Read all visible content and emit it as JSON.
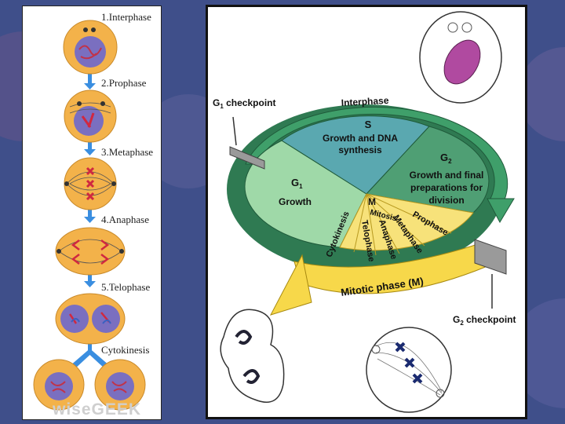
{
  "left_panel": {
    "stages": [
      {
        "label": "1.Interphase"
      },
      {
        "label": "2.Prophase"
      },
      {
        "label": "3.Metaphase"
      },
      {
        "label": "4.Anaphase"
      },
      {
        "label": "5.Telophase"
      },
      {
        "label": "Cytokinesis"
      }
    ],
    "watermark": "wiseGEEK"
  },
  "cycle_diagram": {
    "g1_checkpoint_main": "G",
    "g1_checkpoint_sub": "1",
    "g1_checkpoint_rest": " checkpoint",
    "interphase": "Interphase",
    "s_title": "S",
    "s_line1": "Growth and DNA",
    "s_line2": "synthesis",
    "g2_main": "G",
    "g2_sub": "2",
    "g2_line1": "Growth and final",
    "g2_line2": "preparations for",
    "g2_line3": "division",
    "g1_main": "G",
    "g1_sub": "1",
    "g1_growth": "Growth",
    "m_label": "M",
    "mitosis": "Mitosis",
    "cytokinesis": "Cytokinesis",
    "telophase": "Telophase",
    "anaphase": "Anaphase",
    "metaphase": "Metaphase",
    "prophase": "Prophase",
    "mitotic_phase": "Mitotic phase (M)",
    "g2_checkpoint_main": "G",
    "g2_checkpoint_sub": "2",
    "g2_checkpoint_rest": " checkpoint"
  },
  "colors": {
    "background": "#3f4f8a",
    "cell_fill": "#f3b24a",
    "nucleus": "#7a6fc0",
    "arrow_blue": "#3a8ee0",
    "g1_green": "#9fd9a8",
    "s_teal": "#5aa8b0",
    "g2_green": "#4f9f74",
    "mitotic_yellow": "#f7d84a"
  }
}
